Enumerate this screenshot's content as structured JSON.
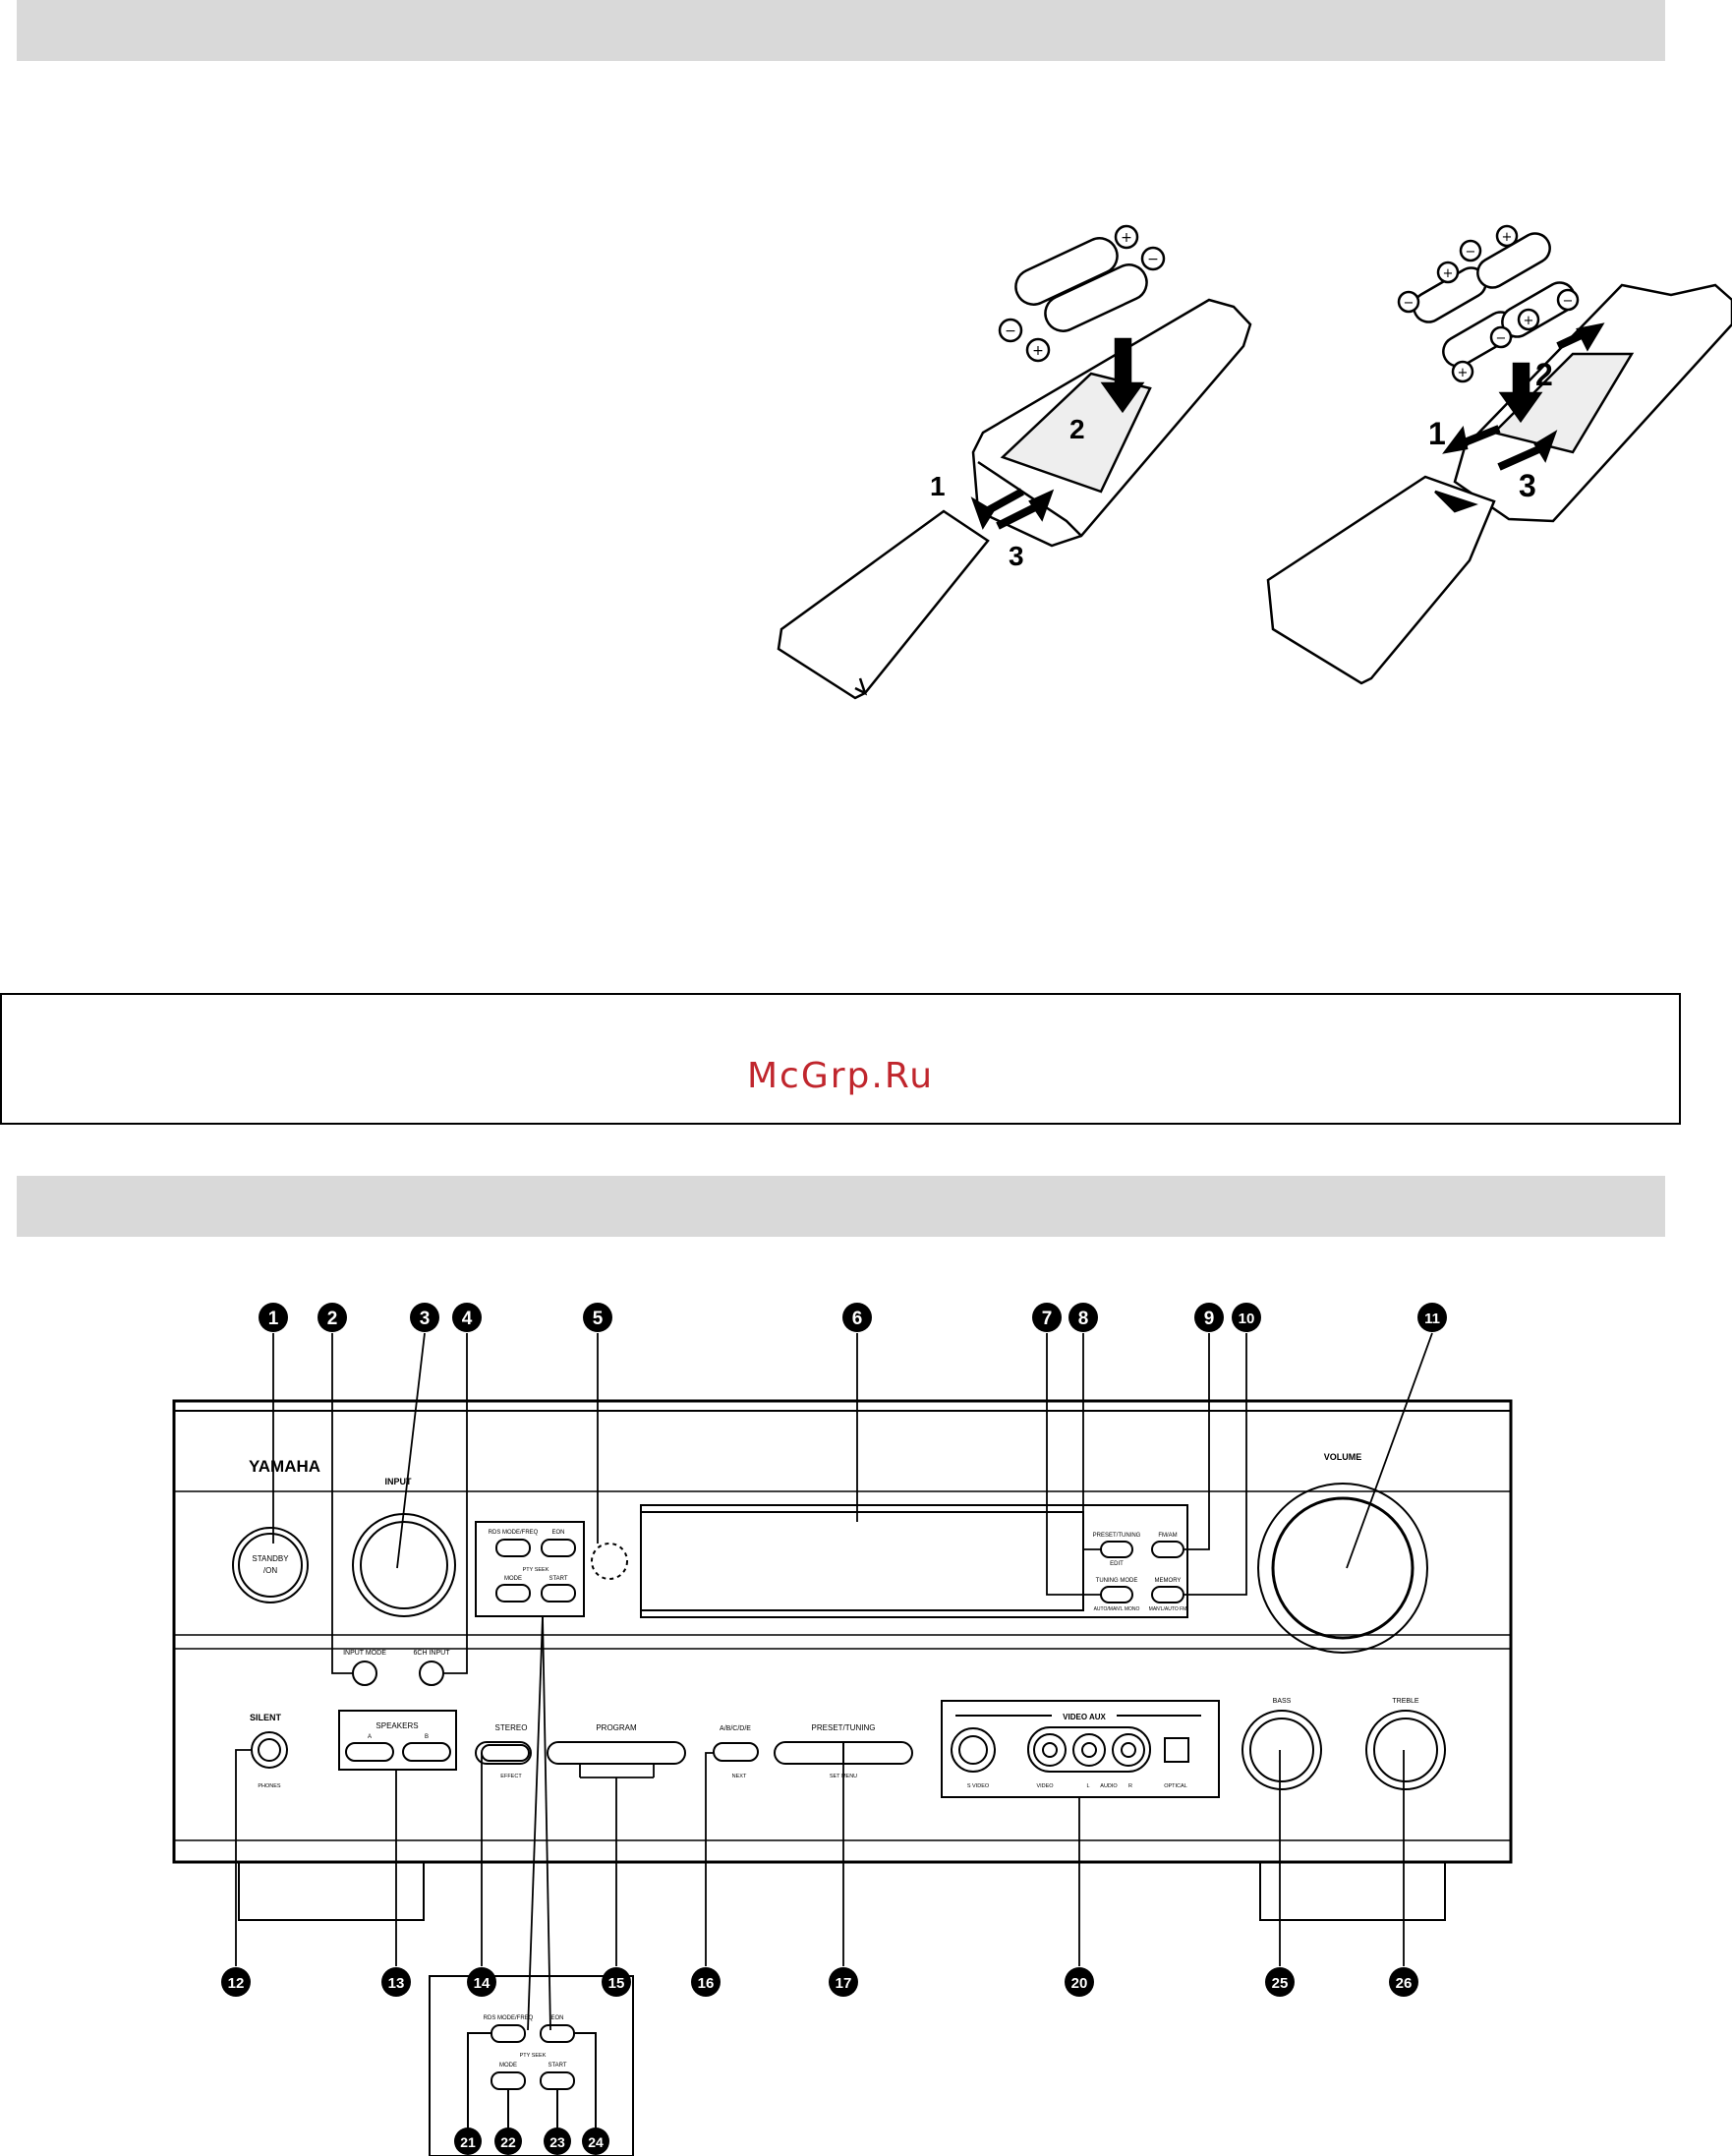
{
  "notice": {
    "watermark": "McGrp.Ru"
  },
  "remote_illustration": {
    "left_steps": [
      "1",
      "2",
      "3"
    ],
    "right_steps": [
      "1",
      "2",
      "3"
    ],
    "polarity": {
      "plus": "+",
      "minus": "−"
    }
  },
  "panel": {
    "brand": "YAMAHA",
    "standby": [
      "STANDBY",
      "/ON"
    ],
    "input": "INPUT",
    "volume": "VOLUME",
    "input_mode": "INPUT MODE",
    "six_ch_input": "6CH INPUT",
    "rds_mode_freq": "RDS MODE/FREQ",
    "eon": "EON",
    "pty_seek": "PTY SEEK",
    "mode": "MODE",
    "start": "START",
    "preset_tuning_edit": "PRESET/TUNING",
    "edit": "EDIT",
    "fm_am": "FM/AM",
    "tuning_mode": "TUNING MODE",
    "auto_man": "AUTO/MAN'L MONO",
    "memory": "MEMORY",
    "max_auto": "MAN'L/AUTO FM",
    "silent": "SILENT",
    "phones": "PHONES",
    "speakers": "SPEAKERS",
    "spk_a": "A",
    "spk_b": "B",
    "stereo": "STEREO",
    "effect": "EFFECT",
    "program": "PROGRAM",
    "abcde": "A/B/C/D/E",
    "next": "NEXT",
    "preset_tuning": "PRESET/TUNING",
    "set_menu": "SET MENU",
    "video_aux": "VIDEO AUX",
    "s_video": "S VIDEO",
    "video": "VIDEO",
    "l": "L",
    "audio": "AUDIO",
    "r": "R",
    "optical": "OPTICAL",
    "bass": "BASS",
    "treble": "TREBLE"
  },
  "callouts_top": [
    "1",
    "2",
    "3",
    "4",
    "5",
    "6",
    "7",
    "8",
    "9",
    "10",
    "11"
  ],
  "callouts_bottom": [
    "12",
    "13",
    "14",
    "15",
    "16",
    "17",
    "20",
    "25",
    "26"
  ],
  "callouts_inset": [
    "21",
    "22",
    "23",
    "24"
  ]
}
